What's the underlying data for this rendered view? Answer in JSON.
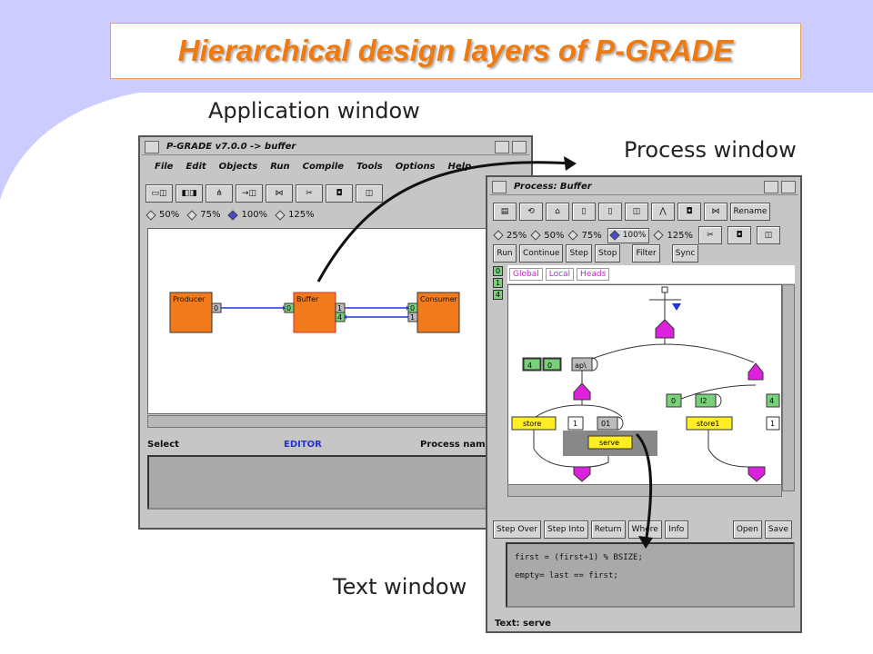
{
  "slide": {
    "title": "Hierarchical design layers of P-GRADE",
    "captions": {
      "application": "Application window",
      "process": "Process window",
      "text": "Text window"
    },
    "colors": {
      "band": "#ccccff",
      "title": "#f07a10"
    }
  },
  "app_window": {
    "title": "P-GRADE v7.0.0 -> buffer",
    "menu": [
      "File",
      "Edit",
      "Objects",
      "Run",
      "Compile",
      "Tools",
      "Options",
      "Help"
    ],
    "zoom": [
      "50%",
      "75%",
      "100%",
      "125%"
    ],
    "zoom_selected": "100%",
    "status_left": "Select",
    "status_mode": "EDITOR",
    "status_right": "Process nam",
    "graph": {
      "producer": {
        "label": "Producer",
        "port": "0"
      },
      "buffer": {
        "label": "Buffer",
        "ports": [
          "0",
          "1",
          "4"
        ]
      },
      "consumer": {
        "label": "Consumer",
        "ports": [
          "0",
          "1"
        ]
      }
    }
  },
  "process_window": {
    "title": "Process: Buffer",
    "rename_label": "Rename",
    "zoom": [
      "25%",
      "50%",
      "75%",
      "100%",
      "125%"
    ],
    "zoom_selected": "100%",
    "controls": [
      "Run",
      "Continue",
      "Step",
      "Stop"
    ],
    "filter_label": "Filter",
    "sync_label": "Sync",
    "side_ports": [
      "0",
      "1",
      "4"
    ],
    "tabs": [
      "Global",
      "Local",
      "Heads"
    ],
    "graph": {
      "top_nodes": [
        "4",
        "0",
        "ap\\"
      ],
      "left_label": "store",
      "left_nodes": [
        "1",
        "01"
      ],
      "serve_label": "serve",
      "right_nodes": [
        "0",
        "I2",
        "4"
      ],
      "right_label": "store1",
      "right_small": "1"
    },
    "debug_buttons": [
      "Step Over",
      "Step Into",
      "Return",
      "Where",
      "Info"
    ],
    "open_label": "Open",
    "save_label": "Save",
    "code_lines": [
      "first = (first+1) % BSIZE;",
      "empty= last == first;"
    ],
    "text_status": "Text: serve"
  }
}
